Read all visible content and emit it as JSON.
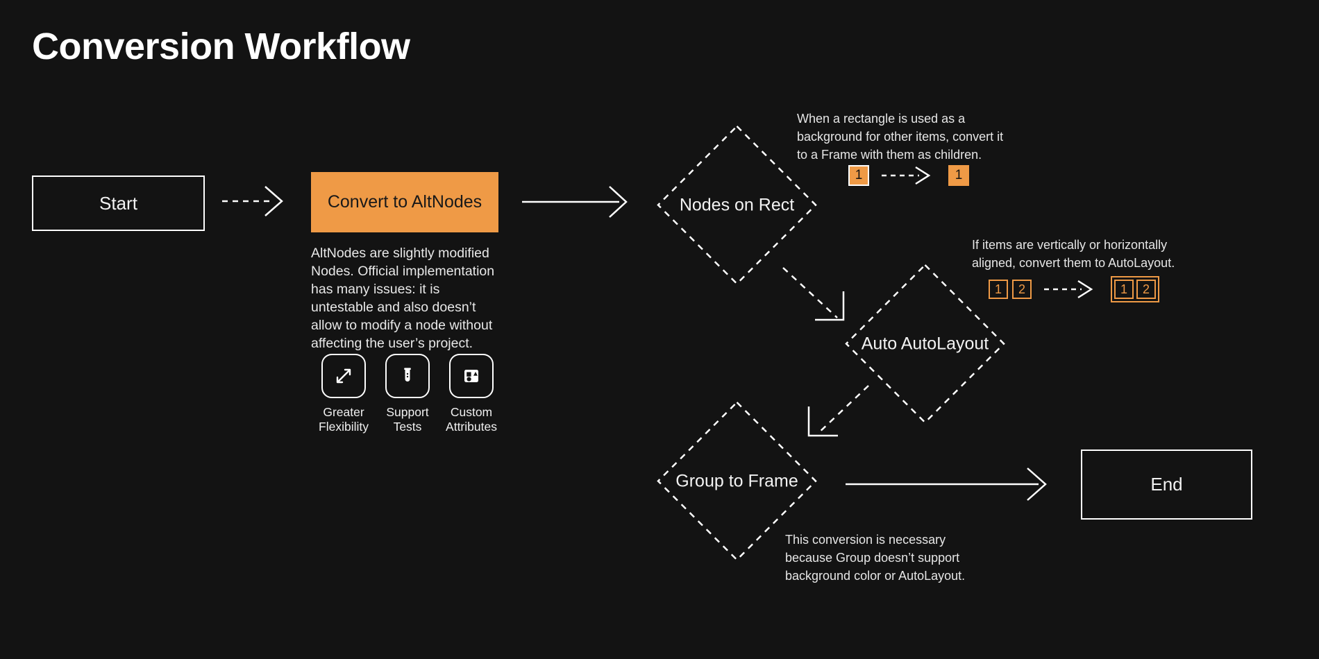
{
  "page": {
    "title": "Conversion Workflow",
    "background_color": "#131313",
    "accent_color": "#ef9a46",
    "text_color": "#ffffff"
  },
  "nodes": {
    "start": {
      "label": "Start",
      "type": "rectangle"
    },
    "convert": {
      "label": "Convert to AltNodes",
      "type": "rectangle-filled",
      "color": "#ef9a46"
    },
    "nodes_on_rect": {
      "label": "Nodes on Rect",
      "type": "diamond"
    },
    "auto_autolayout": {
      "label": "Auto AutoLayout",
      "type": "diamond"
    },
    "group_to_frame": {
      "label": "Group to Frame",
      "type": "diamond"
    },
    "end": {
      "label": "End",
      "type": "rectangle"
    }
  },
  "descriptions": {
    "altnodes": "AltNodes are slightly modified Nodes. Official implementation has many issues: it is untestable and also doesn’t allow to modify a node without affecting the user’s project.",
    "nodes_on_rect": "When a rectangle is used as a background for other items, convert it to a Frame with them as children.",
    "auto_autolayout": "If items are vertically or horizontally aligned, convert them to AutoLayout.",
    "group_to_frame": "This conversion is necessary because Group doesn’t support background color or AutoLayout."
  },
  "features": [
    {
      "icon": "expand-arrows-icon",
      "label_line1": "Greater",
      "label_line2": "Flexibility"
    },
    {
      "icon": "test-tube-icon",
      "label_line1": "Support",
      "label_line2": "Tests"
    },
    {
      "icon": "shapes-icon",
      "label_line1": "Custom",
      "label_line2": "Attributes"
    }
  ],
  "badge_illustrations": {
    "nodes_on_rect": {
      "before": [
        "1"
      ],
      "after": [
        "1"
      ]
    },
    "auto_autolayout": {
      "before": [
        "1",
        "2"
      ],
      "after": [
        "1",
        "2"
      ]
    }
  },
  "connectors": [
    {
      "from": "start",
      "to": "convert",
      "style": "dashed"
    },
    {
      "from": "convert",
      "to": "nodes_on_rect",
      "style": "solid"
    },
    {
      "from": "nodes_on_rect",
      "to": "auto_autolayout",
      "style": "dashed"
    },
    {
      "from": "auto_autolayout",
      "to": "group_to_frame",
      "style": "dashed"
    },
    {
      "from": "group_to_frame",
      "to": "end",
      "style": "solid"
    }
  ]
}
